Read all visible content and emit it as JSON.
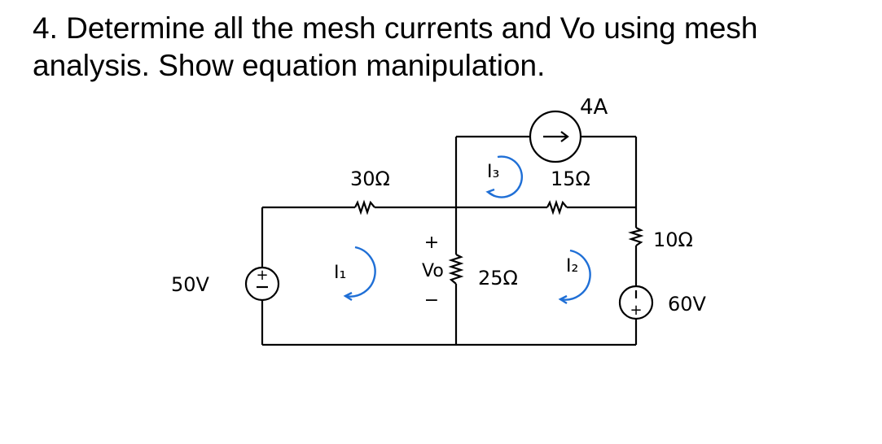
{
  "problem": {
    "line1": "4. Determine all the mesh currents and Vo using mesh",
    "line2": "analysis. Show equation manipulation."
  },
  "components": {
    "r30": "30Ω",
    "r15": "15Ω",
    "r25": "25Ω",
    "r10": "10Ω",
    "source_50": "50V",
    "source_60": "60V",
    "current_source": "4A"
  },
  "mesh_labels": {
    "i1": "I₁",
    "i2": "I₂",
    "i3": "I₃"
  },
  "vo": {
    "label": "Vo",
    "plus": "+",
    "minus": "−"
  },
  "source_signs": {
    "plus": "+",
    "minus": "−"
  },
  "colors": {
    "ink": "#000000",
    "mesh_arrow": "#1f6fd6"
  }
}
